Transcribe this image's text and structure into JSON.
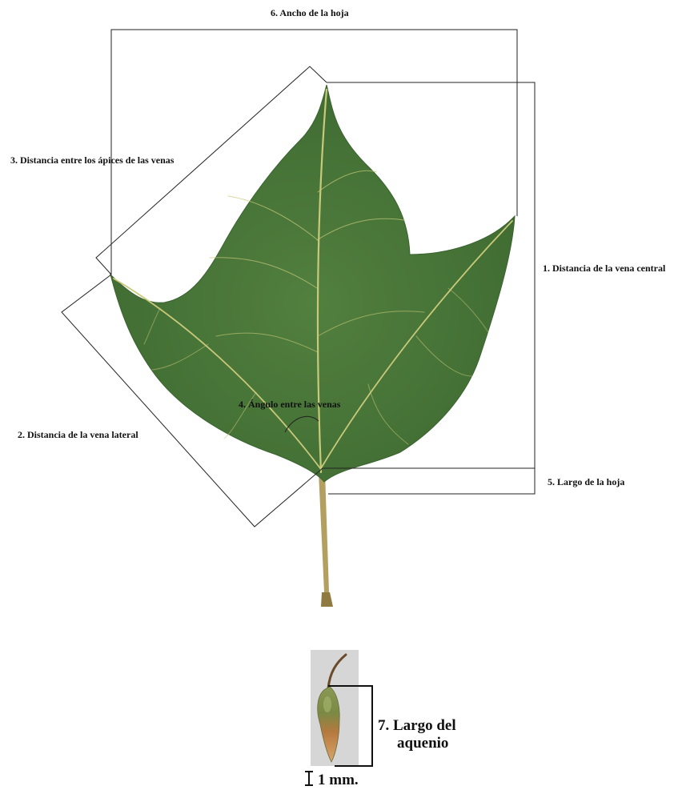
{
  "labels": {
    "leaf_width": "6. Ancho de la hoja",
    "apex_distance": "3. Distancia entre los ápices de las venas",
    "central_vein": "1. Distancia de la vena central",
    "vein_angle": "4. Ángulo entre las venas",
    "lateral_vein": "2. Distancia de la vena lateral",
    "leaf_length": "5. Largo de la hoja",
    "achene_length_line1": "7. Largo del",
    "achene_length_line2": "aquenio",
    "scale_bar": "1 mm."
  },
  "colors": {
    "leaf": "#4c7a3c",
    "leaf_dark": "#3f6a32",
    "vein": "#c9c97a",
    "petiole": "#b3a060",
    "achene_bg": "#d8d8d8",
    "line": "#222222"
  }
}
